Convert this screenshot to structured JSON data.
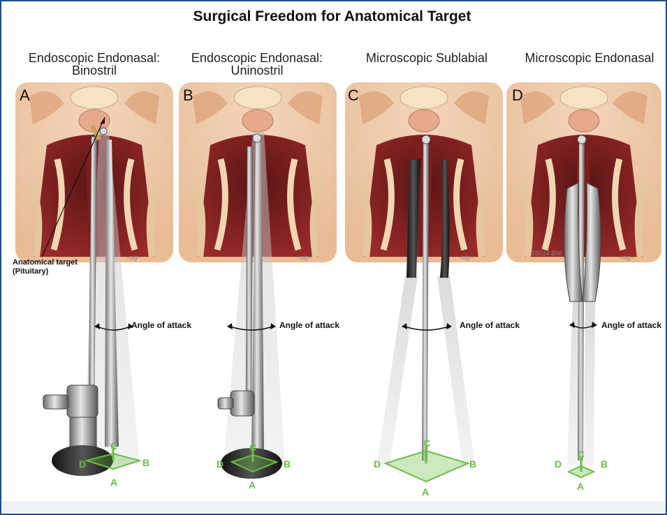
{
  "title": "Surgical Freedom for Anatomical Target",
  "panels": [
    {
      "letter": "A",
      "title_line1": "Endoscopic Endonasal:",
      "title_line2": "Binostril",
      "angle_label": "Angle of attack"
    },
    {
      "letter": "B",
      "title_line1": "Endoscopic Endonasal:",
      "title_line2": "Uninostril",
      "angle_label": "Angle of attack"
    },
    {
      "letter": "C",
      "title_line1": "Microscopic Sublabial",
      "title_line2": "",
      "angle_label": "Angle of attack"
    },
    {
      "letter": "D",
      "title_line1": "Microscopic Endonasal",
      "title_line2": "",
      "angle_label": "Angle of attack"
    }
  ],
  "target_label_line1": "Anatomical target",
  "target_label_line2": "(Pituitary)",
  "copyright": "©2014 BNI",
  "vertex_labels": {
    "a": "A",
    "b": "B",
    "c": "C",
    "d": "D"
  },
  "colors": {
    "frame": "#1f4f8f",
    "pyramid": "#6cbd45",
    "tissue": "#9c2a2a"
  }
}
